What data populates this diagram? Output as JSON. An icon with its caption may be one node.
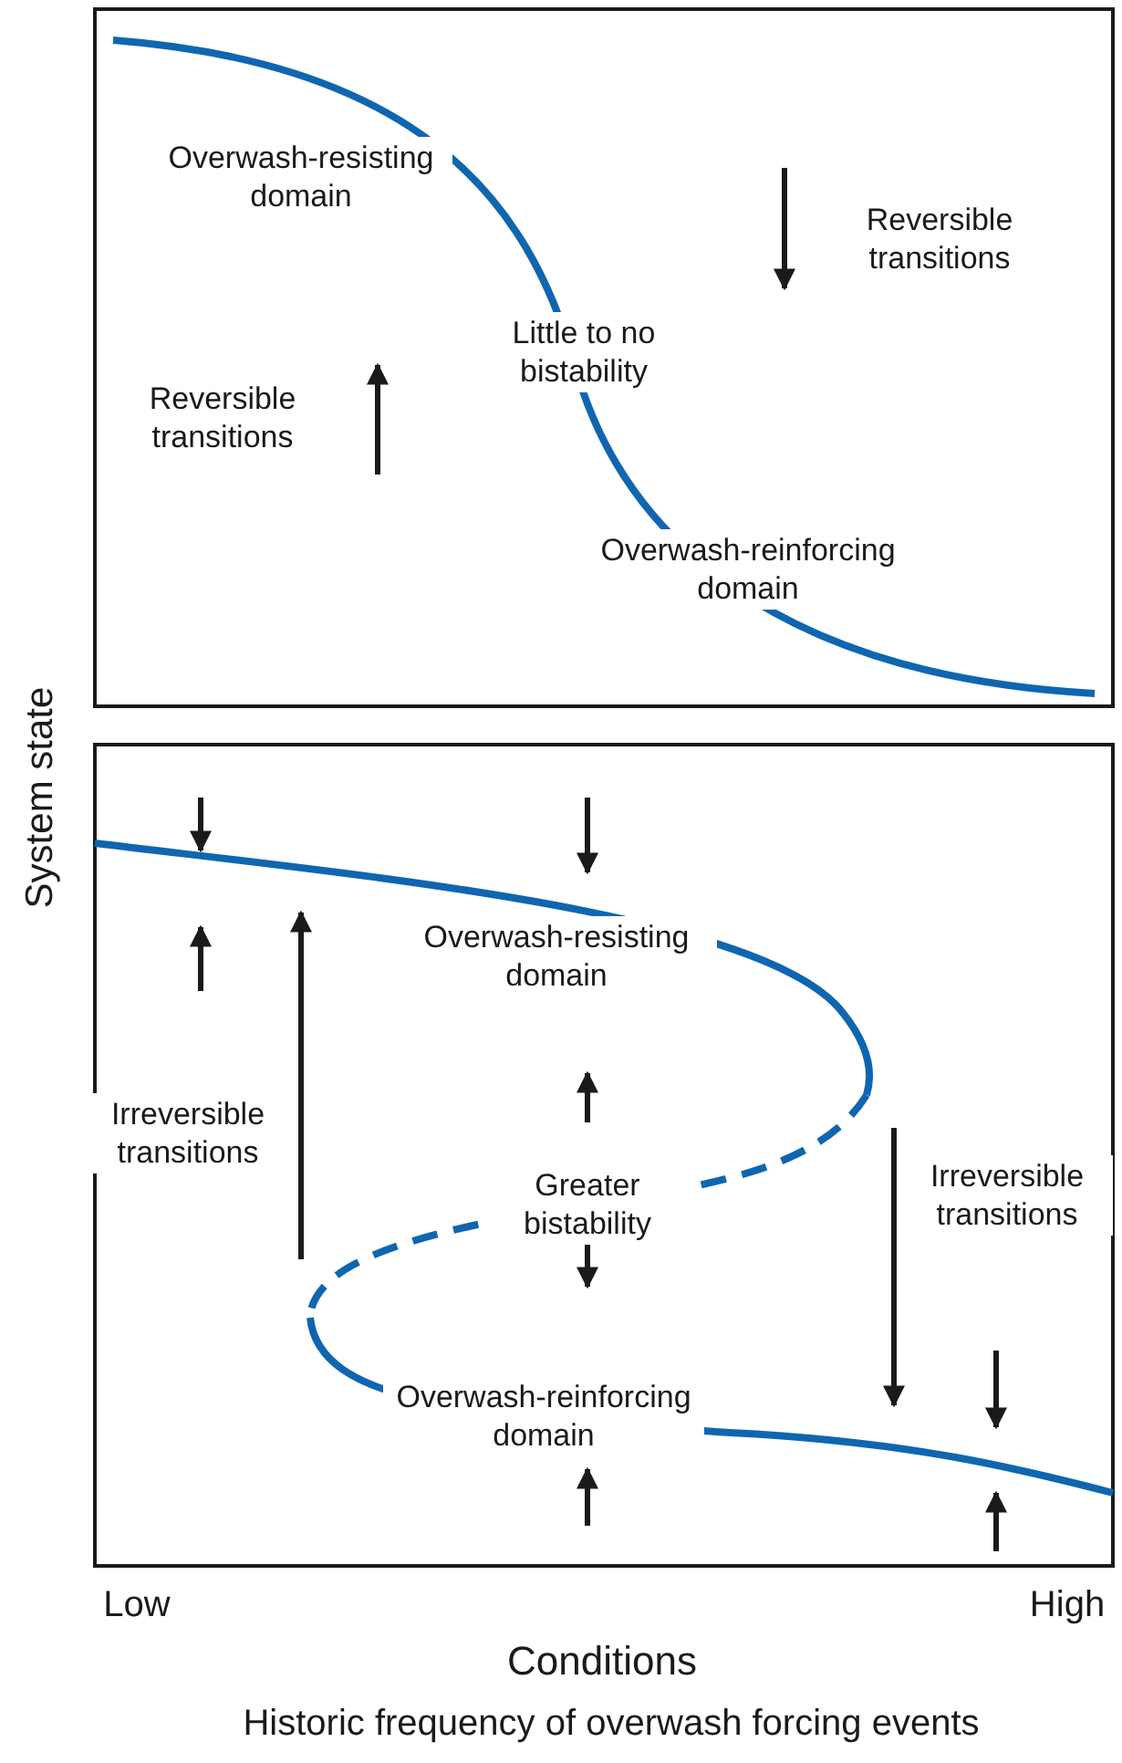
{
  "diagram": {
    "labels": [
      "Overwash-resisting domain",
      "Reversible transitions",
      "Little to no bistability",
      "Reversible transitions",
      "Overwash-reinforcing domain",
      "Overwash-resisting domain",
      "Irreversible transitions",
      "Irreversible transitions",
      "Greater bistability",
      "Overwash-reinforcing domain",
      "System state",
      "Low",
      "High",
      "Conditions",
      "Historic frequency of overwash forcing events"
    ]
  }
}
